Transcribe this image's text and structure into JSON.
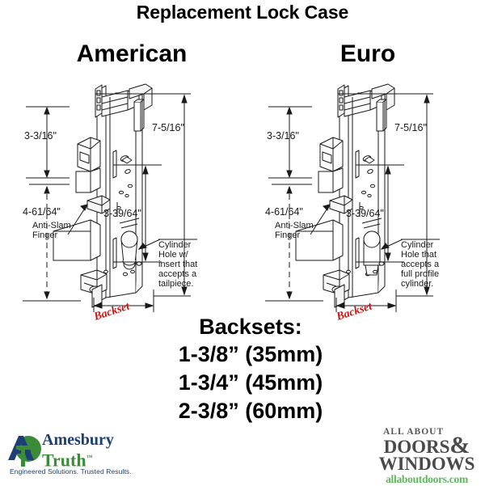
{
  "main_title": "Replacement Lock Case",
  "variants": [
    {
      "key": "american",
      "title": "American",
      "dimensions": {
        "top_left": "3-3/16\"",
        "bottom_left": "4-61/64\"",
        "top_right": "7-5/16\"",
        "mid_right": "3-39/64\""
      },
      "callouts": {
        "anti_slam": "Anti-Slam\nFinger",
        "anti_slam_line1": "Anti-Slam",
        "anti_slam_line2": "Finger",
        "cylinder": [
          "Cylinder",
          "Hole w/",
          "insert that",
          "accepts a",
          "tailpiece."
        ]
      },
      "backset_label": "Backset"
    },
    {
      "key": "euro",
      "title": "Euro",
      "dimensions": {
        "top_left": "3-3/16\"",
        "bottom_left": "4-61/64\"",
        "top_right": "7-5/16\"",
        "mid_right": "3-39/64\""
      },
      "callouts": {
        "anti_slam_line1": "Anti-Slam",
        "anti_slam_line2": "Finger",
        "cylinder": [
          "Cylinder",
          "Hole that",
          "accepts a",
          "full profile",
          "cylinder."
        ]
      },
      "backset_label": "Backset"
    }
  ],
  "backsets": {
    "heading": "Backsets:",
    "options": [
      "1-3/8” (35mm)",
      "1-3/4” (45mm)",
      "2-3/8” (60mm)"
    ]
  },
  "logos": {
    "amesbury": {
      "line1": "Amesbury",
      "line2": "Truth",
      "trademark": "™",
      "tagline": "Engineered Solutions. Trusted Results.",
      "navy": "#1d3f73",
      "green": "#3b8b3b"
    },
    "allaboutdoors": {
      "line1": "ALL ABOUT",
      "line2": "DOORS",
      "ampersand": "&",
      "line3": "WINDOWS",
      "website": "allaboutdoors.com",
      "gray": "#4a4a4a",
      "green": "#5fb65f"
    }
  },
  "colors": {
    "line": "#1a1a1a",
    "backset_red": "#cc1111",
    "body_fill": "#ffffff",
    "shade": "#e8e8e8"
  }
}
